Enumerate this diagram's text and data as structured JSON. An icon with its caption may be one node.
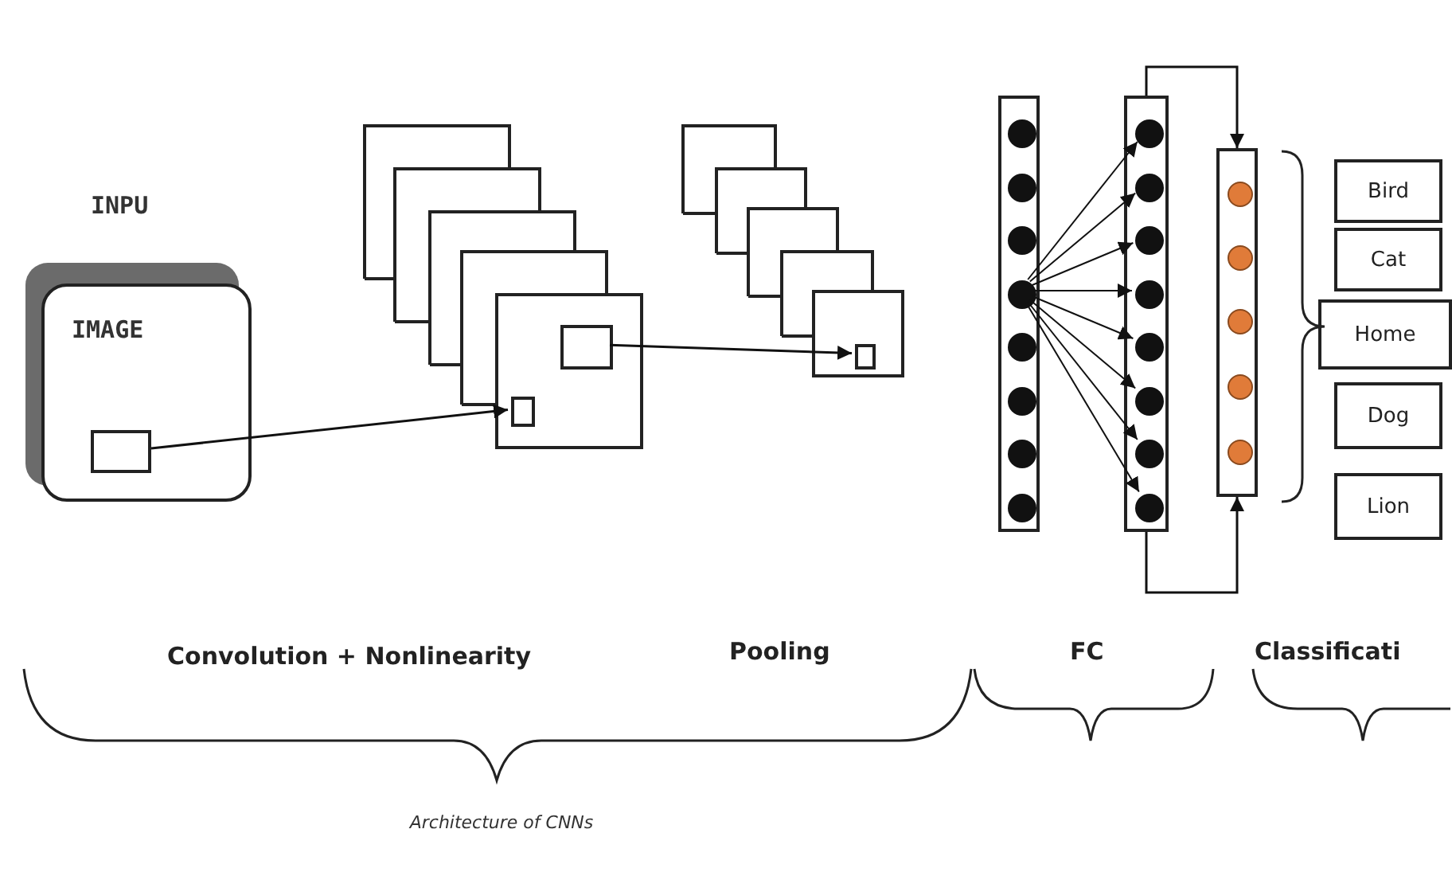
{
  "diagram": {
    "caption": "Architecture of CNNs",
    "nodes": [
      {
        "text": [
          "INPU",
          "IMAGE"
        ]
      },
      {
        "text": [],
        "shape": "box",
        "in": 0
      },
      {
        "text": [],
        "shape": "box"
      },
      {
        "text": [],
        "shape": "box"
      },
      {
        "text": [],
        "shape": "box"
      },
      {
        "text": [],
        "shape": "box"
      },
      {
        "text": [],
        "shape": "box"
      },
      {
        "text": [],
        "shape": "box",
        "in": 6
      },
      {
        "text": [],
        "shape": "box",
        "in": 6
      },
      {
        "text": [],
        "shape": "box"
      },
      {
        "text": [],
        "shape": "box"
      },
      {
        "text": [],
        "shape": "box"
      },
      {
        "text": [],
        "shape": "box"
      },
      {
        "text": [],
        "shape": "box"
      },
      {
        "text": [],
        "shape": "box",
        "in": 13
      },
      {
        "text": [],
        "shape": "box"
      },
      {
        "text": [],
        "shape": "circle",
        "in": 15
      },
      {
        "text": [],
        "shape": "circle",
        "in": 15
      },
      {
        "text": [],
        "shape": "circle",
        "in": 15
      },
      {
        "text": [],
        "shape": "circle",
        "in": 15
      },
      {
        "text": [],
        "shape": "circle",
        "in": 15
      },
      {
        "text": [],
        "shape": "circle",
        "in": 15
      },
      {
        "text": [],
        "shape": "circle",
        "in": 15
      },
      {
        "text": [],
        "shape": "circle",
        "in": 15
      },
      {
        "text": [],
        "shape": "box"
      },
      {
        "text": [],
        "shape": "circle",
        "in": 24
      },
      {
        "text": [],
        "shape": "circle",
        "in": 24
      },
      {
        "text": [],
        "shape": "circle",
        "in": 24
      },
      {
        "text": [],
        "shape": "circle",
        "in": 24
      },
      {
        "text": [],
        "shape": "circle",
        "in": 24
      },
      {
        "text": [],
        "shape": "circle",
        "in": 24
      },
      {
        "text": [],
        "shape": "circle",
        "in": 24
      },
      {
        "text": [],
        "shape": "circle",
        "in": 24
      },
      {
        "text": [],
        "shape": "box"
      },
      {
        "text": [],
        "shape": "circle",
        "in": 33
      },
      {
        "text": [],
        "shape": "circle",
        "in": 33
      },
      {
        "text": [],
        "shape": "circle",
        "in": 33
      },
      {
        "text": [],
        "shape": "circle",
        "in": 33
      },
      {
        "text": [],
        "shape": "circle",
        "in": 33
      },
      {
        "text": [
          "Bird"
        ]
      },
      {
        "text": [
          "Cat"
        ]
      },
      {
        "text": [
          "Home"
        ]
      },
      {
        "text": [
          "Dog"
        ]
      },
      {
        "text": [
          "Lion"
        ]
      }
    ],
    "edges": [
      {
        "from": 1,
        "to": 8,
        "arrow": "to"
      },
      {
        "from": 7,
        "to": 14,
        "arrow": "to"
      },
      {
        "from": 19,
        "to": 25,
        "arrow": "to"
      },
      {
        "from": 19,
        "to": 26,
        "arrow": "to"
      },
      {
        "from": 19,
        "to": 27,
        "arrow": "to"
      },
      {
        "from": 19,
        "to": 28,
        "arrow": "to"
      },
      {
        "from": 19,
        "to": 29,
        "arrow": "to"
      },
      {
        "from": 19,
        "to": 30,
        "arrow": "to"
      },
      {
        "from": 19,
        "to": 31,
        "arrow": "to"
      },
      {
        "from": 19,
        "to": 32,
        "arrow": "to"
      },
      {
        "from": 24,
        "to": 33,
        "arrow": "to"
      },
      {
        "from": 24,
        "to": 33,
        "arrow": "to"
      }
    ],
    "labels": [
      "Convolution + Nonlinearity",
      "Pooling",
      "FC",
      "Classificati"
    ]
  }
}
